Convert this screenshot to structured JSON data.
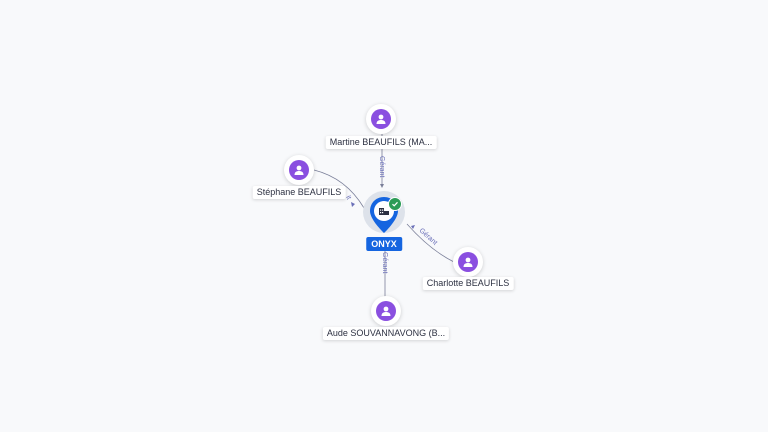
{
  "diagram": {
    "company": {
      "name": "ONYX",
      "icon": "building-icon",
      "badge": "verified-check-icon",
      "accent_color": "#1565e0",
      "badge_color": "#2c9b56"
    },
    "people": [
      {
        "id": "martine",
        "name": "Martine BEAUFILS (MA...",
        "role": "Gérant",
        "icon": "person-icon"
      },
      {
        "id": "stephane",
        "name": "Stéphane BEAUFILS",
        "role": "it",
        "icon": "person-icon"
      },
      {
        "id": "charlotte",
        "name": "Charlotte BEAUFILS",
        "role": "Gérant",
        "icon": "person-icon"
      },
      {
        "id": "aude",
        "name": "Aude SOUVANNAVONG (B...",
        "role": "Gérant",
        "icon": "person-icon"
      }
    ],
    "person_color": "#8a4fe0",
    "edge_color": "#6a6fb8"
  }
}
